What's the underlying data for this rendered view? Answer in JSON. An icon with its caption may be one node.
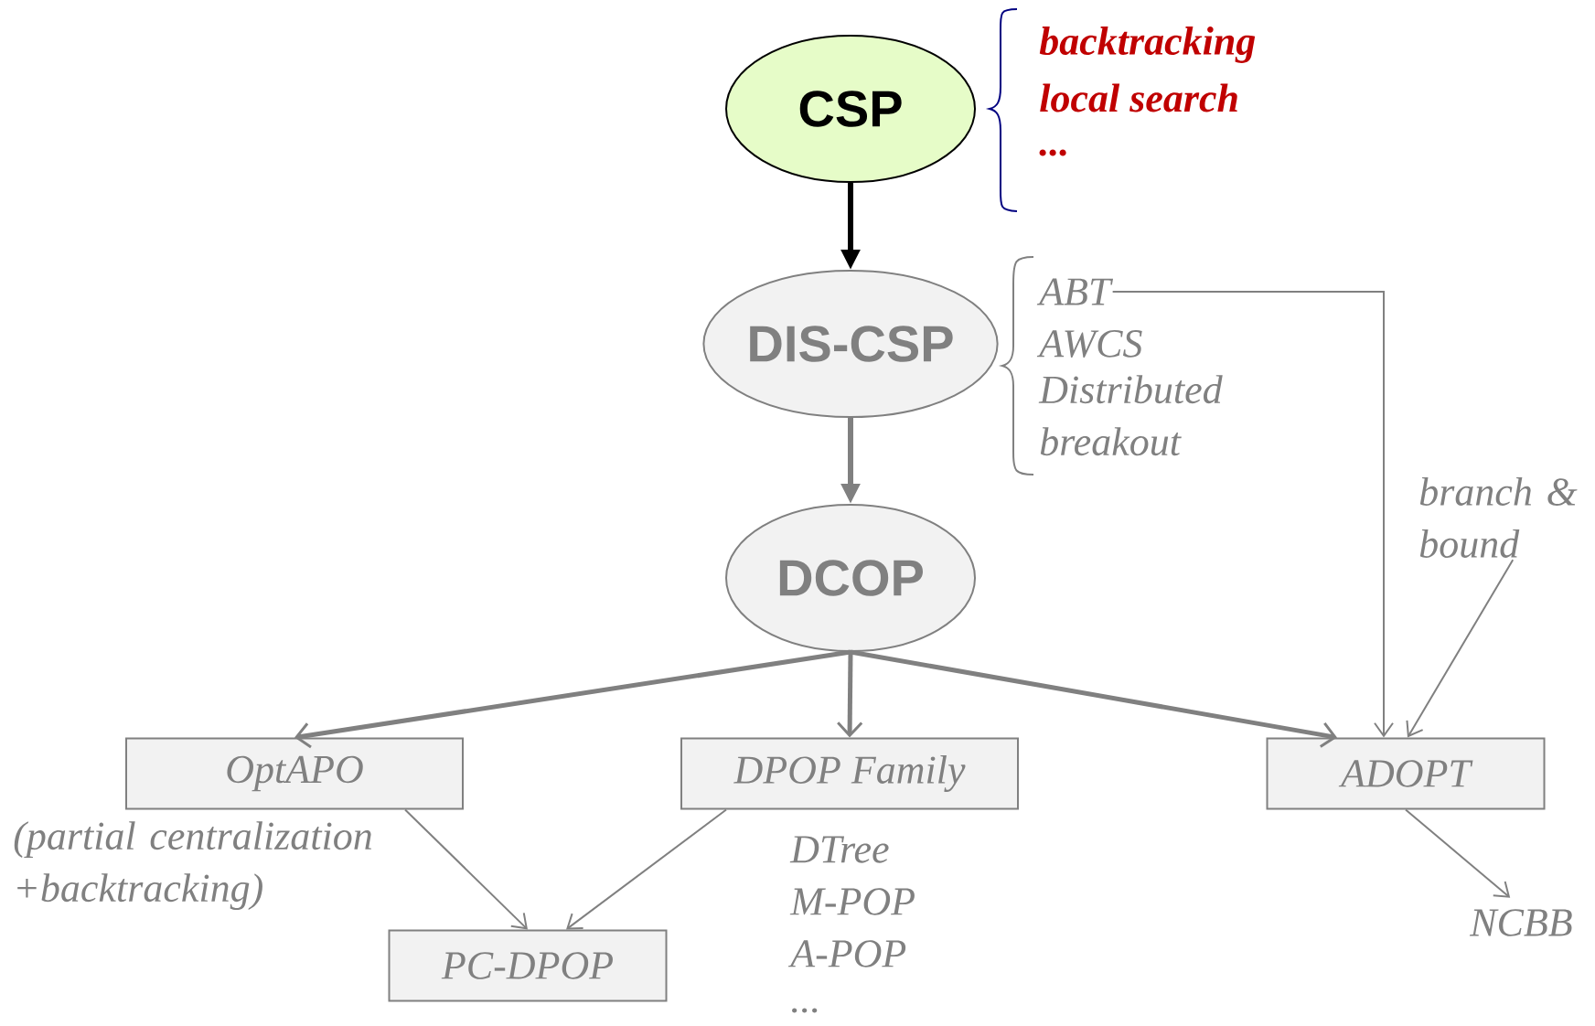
{
  "diagram": {
    "nodes": [
      {
        "text": [
          "CSP"
        ],
        "beside": [
          "backtracking",
          "local search",
          "..."
        ]
      },
      {
        "text": [
          "DIS-CSP"
        ]
      },
      {
        "text": [
          "DCOP"
        ]
      },
      {
        "text": [
          "OptAPO"
        ],
        "beside": [
          "(partial centralization +backtracking)"
        ]
      },
      {
        "text": [
          "DPOP Family"
        ],
        "beside": [
          "DTree",
          "M-POP",
          "A-POP",
          "..."
        ]
      },
      {
        "text": [
          "ADOPT"
        ]
      },
      {
        "text": [
          "PC-DPOP"
        ]
      },
      {
        "text": [
          "ABT"
        ]
      },
      {
        "text": [
          "branch & bound"
        ]
      },
      {
        "text": [
          "NCBB"
        ]
      }
    ],
    "edges": [
      {
        "from": 0,
        "to": 1,
        "arrow": "to",
        "style": "thick",
        "color": "#000000"
      },
      {
        "from": 1,
        "to": 2,
        "arrow": "to",
        "style": "thick"
      },
      {
        "from": 2,
        "to": 3,
        "arrow": "to",
        "style": "thick"
      },
      {
        "from": 2,
        "to": 4,
        "arrow": "to",
        "style": "thick"
      },
      {
        "from": 2,
        "to": 5,
        "arrow": "to",
        "style": "thick"
      },
      {
        "from": 7,
        "to": 5,
        "arrow": "to"
      },
      {
        "from": 8,
        "to": 5,
        "arrow": "to"
      },
      {
        "from": 3,
        "to": 6,
        "arrow": "to"
      },
      {
        "from": 4,
        "to": 6,
        "arrow": "to"
      },
      {
        "from": 5,
        "to": 9,
        "arrow": "to"
      }
    ],
    "labels": [
      "AWCS",
      "Distributed breakout"
    ]
  }
}
